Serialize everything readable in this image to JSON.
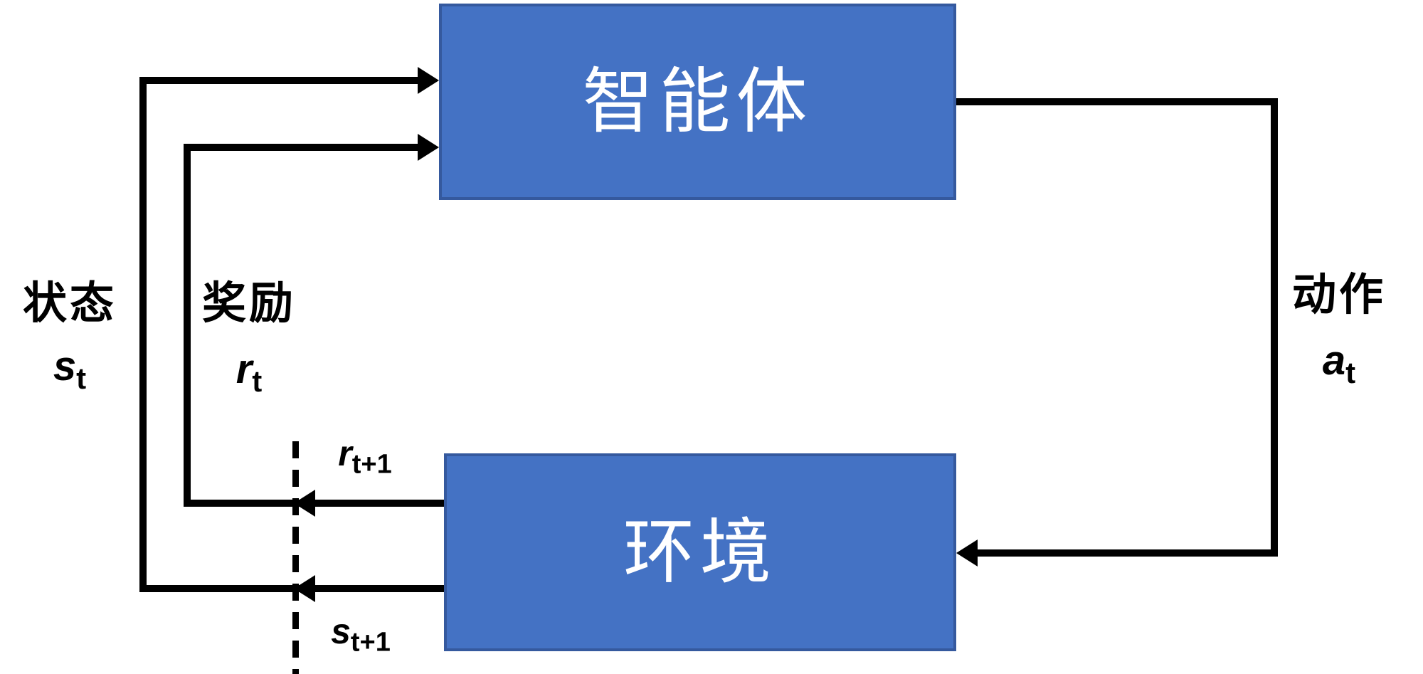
{
  "diagram": {
    "title": "agent-environment-interaction-loop",
    "agent_box": {
      "label": "智能体"
    },
    "environment_box": {
      "label": "环境"
    },
    "labels": {
      "state": {
        "cn": "状态",
        "symbol": "s",
        "subscript": "t"
      },
      "reward": {
        "cn": "奖励",
        "symbol": "r",
        "subscript": "t"
      },
      "action": {
        "cn": "动作",
        "symbol": "a",
        "subscript": "t"
      },
      "reward_next": {
        "symbol": "r",
        "subscript": "t+1"
      },
      "state_next": {
        "symbol": "s",
        "subscript": "t+1"
      }
    },
    "colors": {
      "background": "#ffffff",
      "box_fill": "#4472C4",
      "box_border": "#35599E",
      "box_text": "#ffffff",
      "line": "#000000",
      "label_text": "#000000"
    }
  }
}
